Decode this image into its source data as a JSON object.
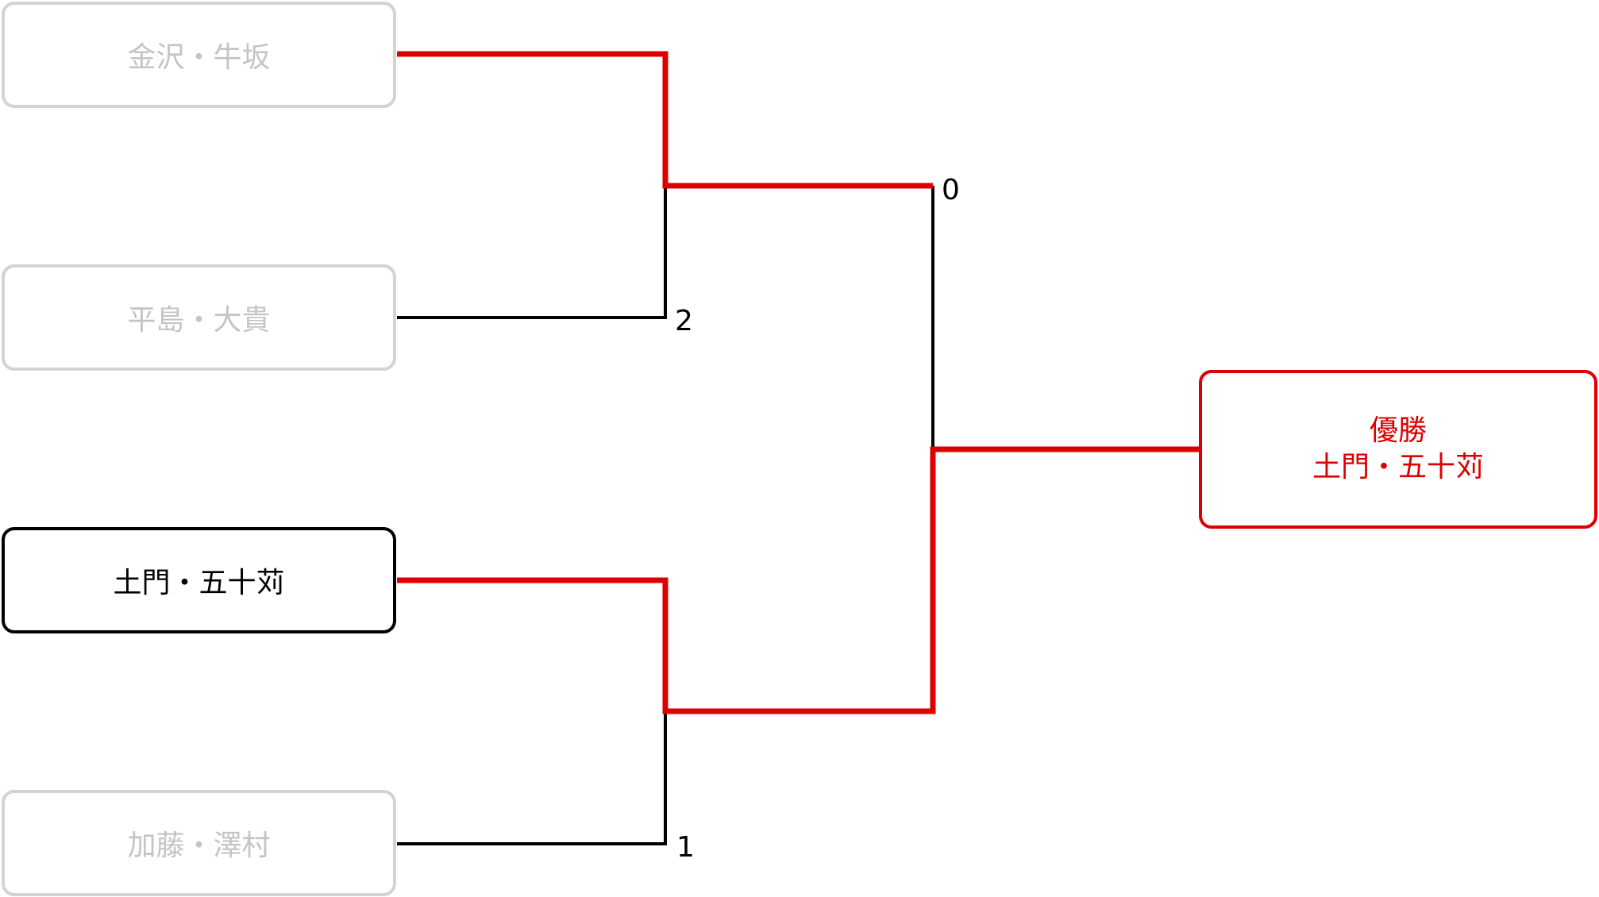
{
  "colors": {
    "winner_path": "#dd0000",
    "loser_path": "#000000",
    "eliminated_border": "#d3d3d3",
    "eliminated_text": "#c4c4c4",
    "advancing_border": "#000000",
    "champion_accent": "#dd0000"
  },
  "teams": [
    {
      "name": "金沢・牛坂",
      "status": "eliminated"
    },
    {
      "name": "平島・大貴",
      "status": "eliminated"
    },
    {
      "name": "土門・五十苅",
      "status": "advancing"
    },
    {
      "name": "加藤・澤村",
      "status": "eliminated"
    }
  ],
  "scores": {
    "semifinal1": "2",
    "semifinal2": "1",
    "final": "0"
  },
  "champion": {
    "label": "優勝",
    "name": "土門・五十苅"
  }
}
